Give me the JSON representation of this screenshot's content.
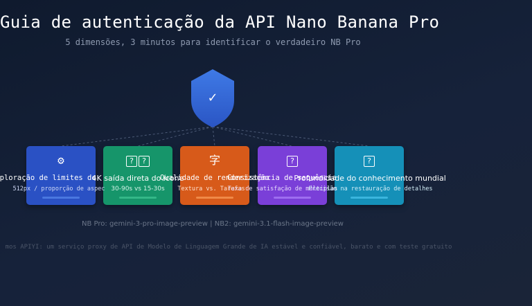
{
  "header": {
    "title": "Guia de autenticação da API Nano Banana Pro",
    "subtitle": "5 dimensões, 3 minutos para identificar o verdadeiro NB Pro"
  },
  "shield": {
    "icon": "check-icon",
    "glyph": "✓",
    "color": "#3a6fd8"
  },
  "cards": [
    {
      "title": "xploração de limites de",
      "desc": "512px / proporção de aspec",
      "color": "#2a51c4",
      "bar": "#4a78e0",
      "icon": "gear-icon",
      "glyph": "⚙",
      "desc_color": "#cfd8f5"
    },
    {
      "title": "4K saída direta do ícone",
      "desc": "30-90s vs 15-30s",
      "color": "#16956a",
      "bar": "#34b888",
      "icon": "unknown-glyph-icon",
      "glyph": "?",
      "desc_color": "#d6f3e8"
    },
    {
      "title": "Qualidade de renderização",
      "desc": "Textura vs. Tarefas",
      "color": "#d75a1a",
      "bar": "#f08a48",
      "icon": "character-icon",
      "glyph": "字",
      "desc_color": "#fde3d3"
    },
    {
      "title": "Consistência de sequência",
      "desc": "Taxa de satisfação de múltiplas",
      "color": "#7a3fd8",
      "bar": "#9e6ef0",
      "icon": "unknown-glyph-icon",
      "glyph": "?",
      "desc_color": "#e8dcfb"
    },
    {
      "title": "Profundidade do conhecimento mundial",
      "desc": "Precisão na restauração de detalhes",
      "color": "#1590b8",
      "bar": "#3bb6de",
      "icon": "unknown-glyph-icon",
      "glyph": "?",
      "desc_color": "#d3eef8"
    }
  ],
  "models_line": "NB Pro: gemini-3-pro-image-preview | NB2: gemini-3.1-flash-image-preview",
  "footer": "mos APIYI: um serviço proxy de API de Modelo de Linguagem Grande de IA estável e confiável, barato e com teste gratuito"
}
